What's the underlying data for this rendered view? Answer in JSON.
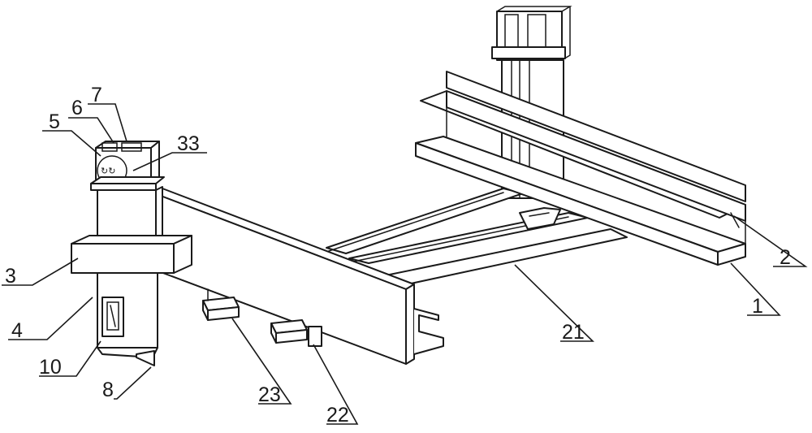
{
  "colors": {
    "ink": "#1a1a1a",
    "paper": "#ffffff"
  },
  "labels": {
    "l1": "1",
    "l2": "2",
    "l3": "3",
    "l4": "4",
    "l5": "5",
    "l6": "6",
    "l7": "7",
    "l8": "8",
    "l10": "10",
    "l21": "21",
    "l22": "22",
    "l23": "23",
    "l33": "33"
  }
}
